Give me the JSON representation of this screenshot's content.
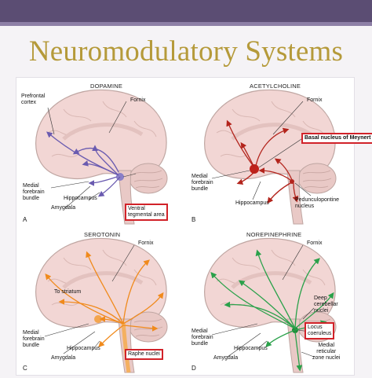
{
  "slide": {
    "title": "Neuromodulatory Systems"
  },
  "panels": {
    "a": {
      "title": "DOPAMINE",
      "letter": "A",
      "prefrontal": "Prefrontal\ncortex",
      "fornix": "Fornix",
      "mfb": "Medial\nforebrain\nbundle",
      "amygdala": "Amygdala",
      "hippocampus": "Hippocampus",
      "vta": "Ventral\ntegmental area"
    },
    "b": {
      "title": "ACETYLCHOLINE",
      "letter": "B",
      "fornix": "Fornix",
      "meynert": "Basal nucleus of Meynert",
      "mfb": "Medial\nforebrain\nbundle",
      "hippocampus": "Hippocampus",
      "ppn": "Pedunculopontine\nnucleus"
    },
    "c": {
      "title": "SEROTONIN",
      "letter": "C",
      "fornix": "Fornix",
      "striatum": "To striatum",
      "mfb": "Medial\nforebrain\nbundle",
      "amygdala": "Amygdala",
      "hippocampus": "Hippocampus",
      "raphe": "Raphe nuclei"
    },
    "d": {
      "title": "NOREPINEPHRINE",
      "letter": "D",
      "fornix": "Fornix",
      "mfb": "Medial\nforebrain\nbundle",
      "amygdala": "Amygdala",
      "hippocampus": "Hippocampus",
      "deep": "Deep\ncerebellar\nnuclei",
      "locus": "Locus\ncoeruleus",
      "medial_ret": "Medial\nreticular\nzone nuclei"
    }
  },
  "colors": {
    "dopamine": "#6a5bb0",
    "acetylcholine": "#b3241c",
    "serotonin": "#f08a1c",
    "norepinephrine": "#2aa14a",
    "highlight": "#d12229",
    "brain_fill": "#f2d6d4",
    "brain_line": "#bfa6a2"
  }
}
